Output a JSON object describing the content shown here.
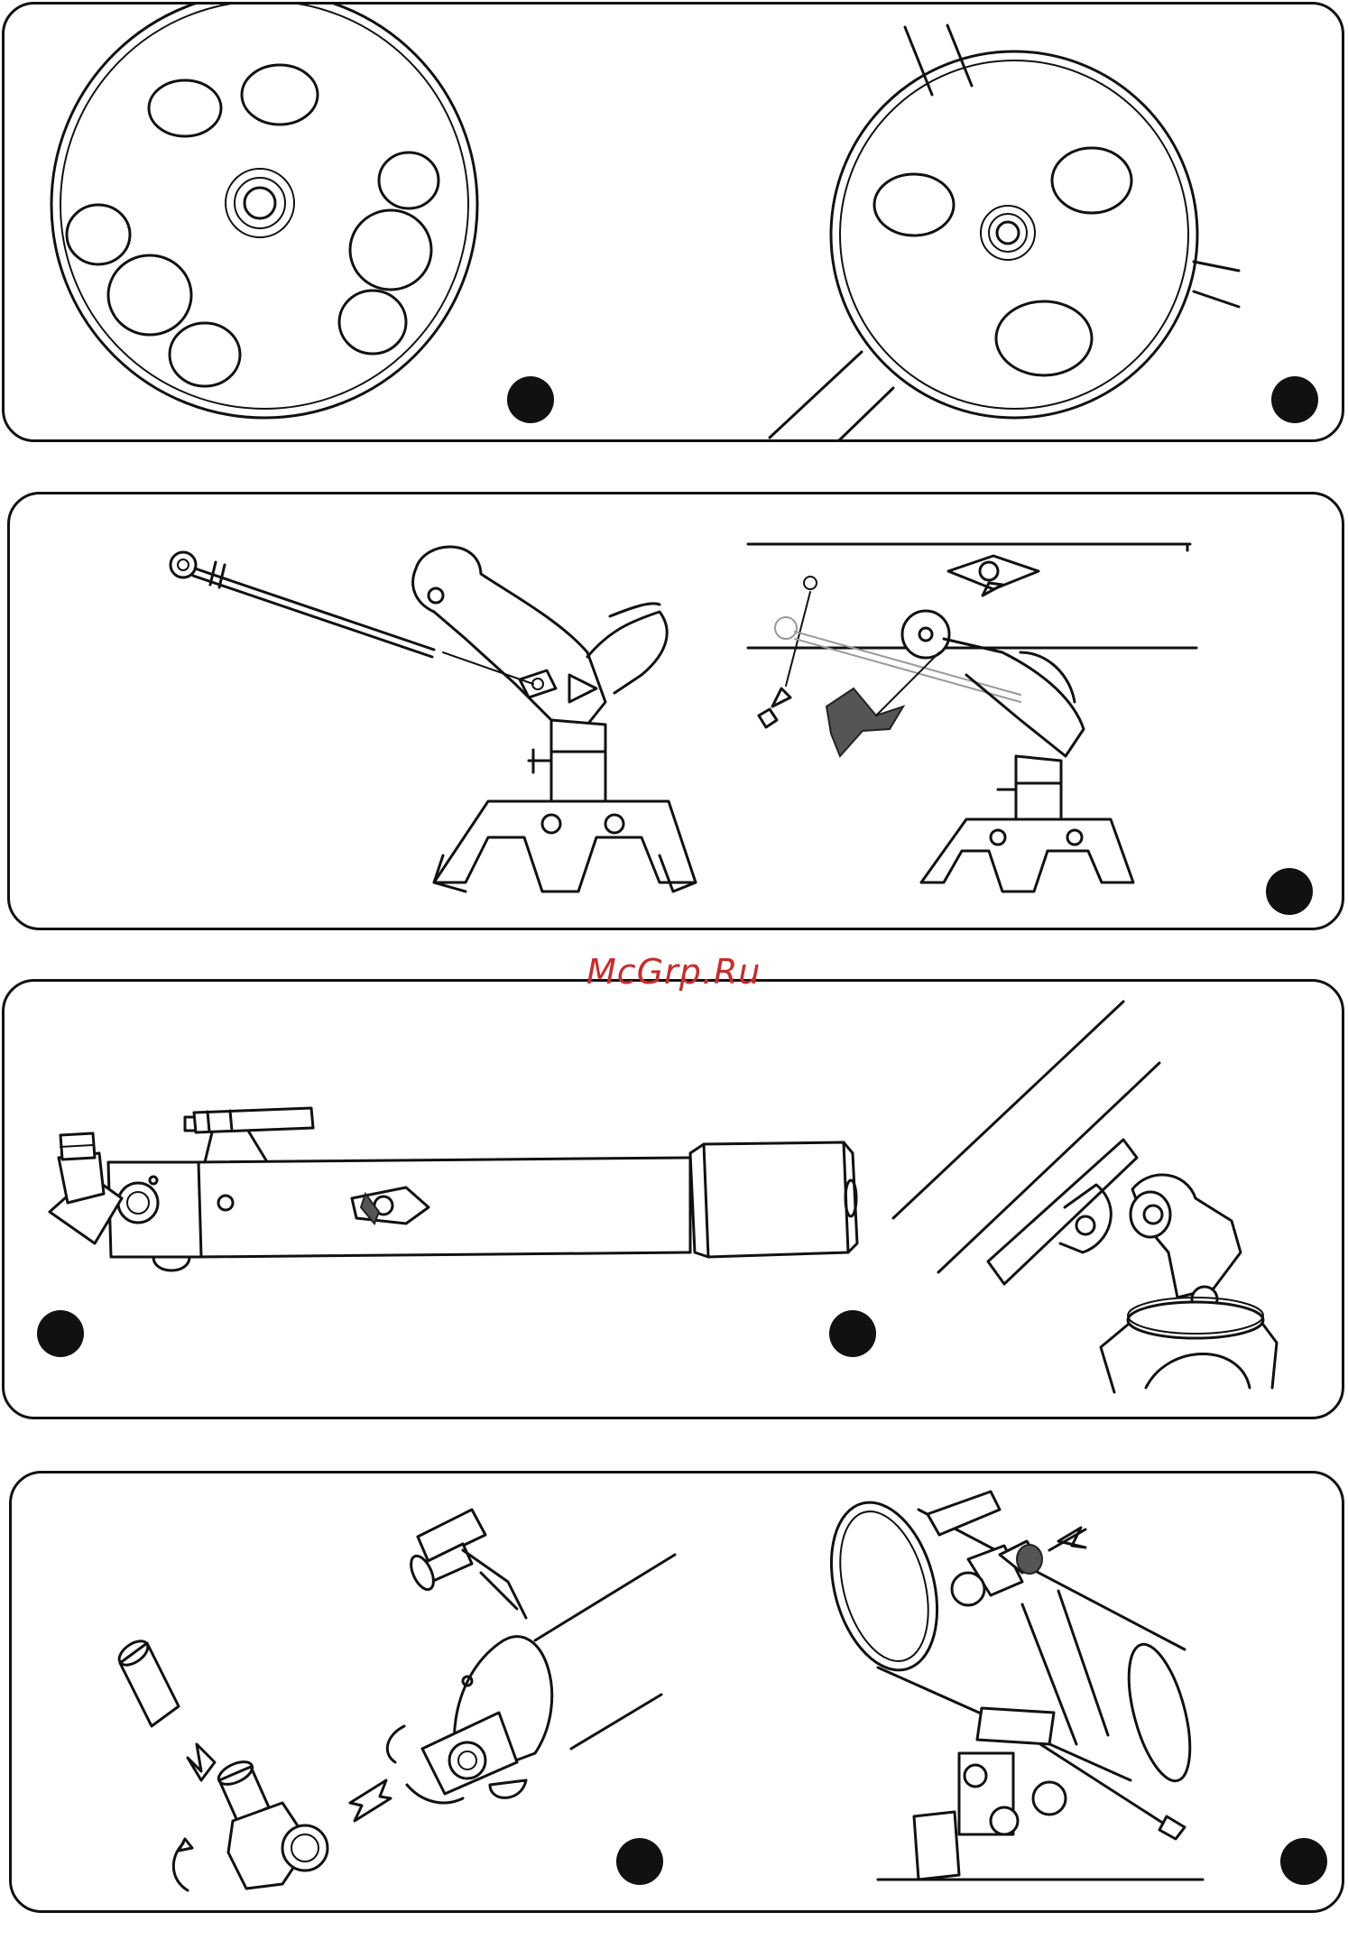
{
  "watermark": {
    "text": "McGrp.Ru",
    "color": "#cc2a2a"
  },
  "panels": [
    {
      "id": "panel-1",
      "figures": [
        "accessory-tray-large",
        "accessory-tray-small"
      ],
      "markers": 2
    },
    {
      "id": "panel-2",
      "figures": [
        "mount-with-rod",
        "mount-assembly"
      ],
      "markers": 1
    },
    {
      "id": "panel-3",
      "figures": [
        "refractor-tube",
        "tube-mount-detail"
      ],
      "markers": 2
    },
    {
      "id": "panel-4",
      "figures": [
        "diagonal-install",
        "reflector-eyepiece-install"
      ],
      "markers": 2
    }
  ],
  "colors": {
    "line": "#111111",
    "marker": "#111111",
    "background": "#ffffff",
    "knob": "#555555"
  }
}
